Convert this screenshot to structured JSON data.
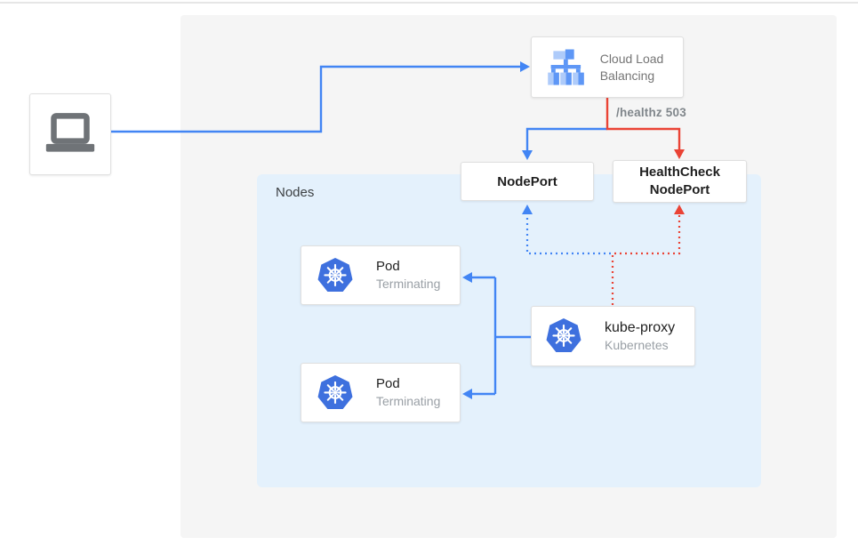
{
  "colors": {
    "accent_blue": "#4285f4",
    "accent_red": "#ea4335",
    "panel_bg": "#f5f5f5",
    "nodes_bg": "#e4f1fc",
    "k8s_blue": "#3e70de",
    "lb_blue_light": "#aecbfa",
    "lb_blue_medium": "#5e97f6",
    "laptop_gray": "#6f7377",
    "text_dark": "#212121",
    "text_gray": "#757575",
    "text_subtle": "#9aa0a6",
    "healthz_gray": "#80868b",
    "border_gray": "#e0e0e0"
  },
  "diagram": {
    "nodes_panel": {
      "label": "Nodes"
    },
    "client": {
      "icon": "laptop-icon"
    },
    "cloud_load_balancing": {
      "label": "Cloud Load Balancing",
      "icon": "cloud-load-balancing-icon"
    },
    "health_check_path": {
      "label": "/healthz 503"
    },
    "node_port": {
      "label": "NodePort"
    },
    "health_check_node_port": {
      "label": "HealthCheck NodePort"
    },
    "pods": [
      {
        "title": "Pod",
        "status": "Terminating",
        "icon": "kubernetes-icon"
      },
      {
        "title": "Pod",
        "status": "Terminating",
        "icon": "kubernetes-icon"
      }
    ],
    "kube_proxy": {
      "title": "kube-proxy",
      "subtitle": "Kubernetes",
      "icon": "kubernetes-icon"
    }
  }
}
